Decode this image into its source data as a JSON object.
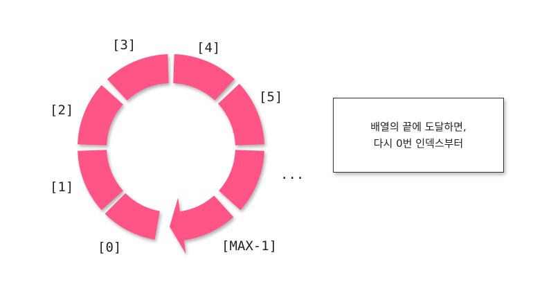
{
  "diagram": {
    "segment_color": "#ff5486",
    "labels": {
      "idx_0": "[0]",
      "idx_1": "[1]",
      "idx_2": "[2]",
      "idx_3": "[3]",
      "idx_4": "[4]",
      "idx_5": "[5]",
      "ellipsis": "...",
      "idx_max": "[MAX-1]"
    },
    "note": {
      "line1": "배열의 끝에 도달하면,",
      "line2": "다시 0번 인덱스부터"
    }
  }
}
